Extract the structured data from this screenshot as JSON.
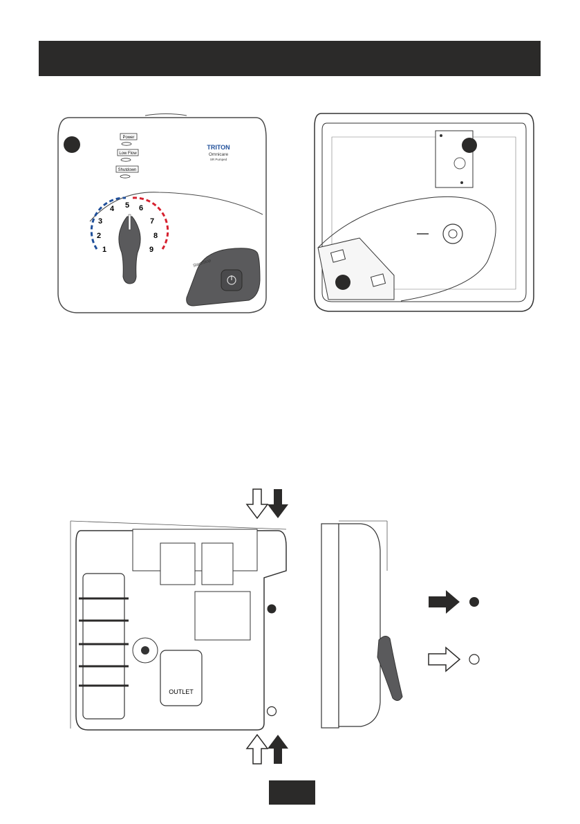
{
  "page": {
    "header_text": "",
    "page_number": ""
  },
  "front_panel": {
    "brand": "TRITON",
    "model": "Omnicare",
    "variant": "SR Pumped",
    "indicators": [
      {
        "label": "Power"
      },
      {
        "label": "Low Flow"
      },
      {
        "label": "Shutdown"
      }
    ],
    "dial_numbers": [
      "1",
      "2",
      "3",
      "4",
      "5",
      "6",
      "7",
      "8",
      "9"
    ],
    "button_label": "Start/Stop"
  },
  "internal_view": {
    "outlet_label": "OUTLET"
  },
  "colors": {
    "dark": "#2b2a29",
    "button_grey": "#5a5a5c",
    "dial_blue": "#1f4f9a",
    "dial_red": "#d6212f"
  }
}
